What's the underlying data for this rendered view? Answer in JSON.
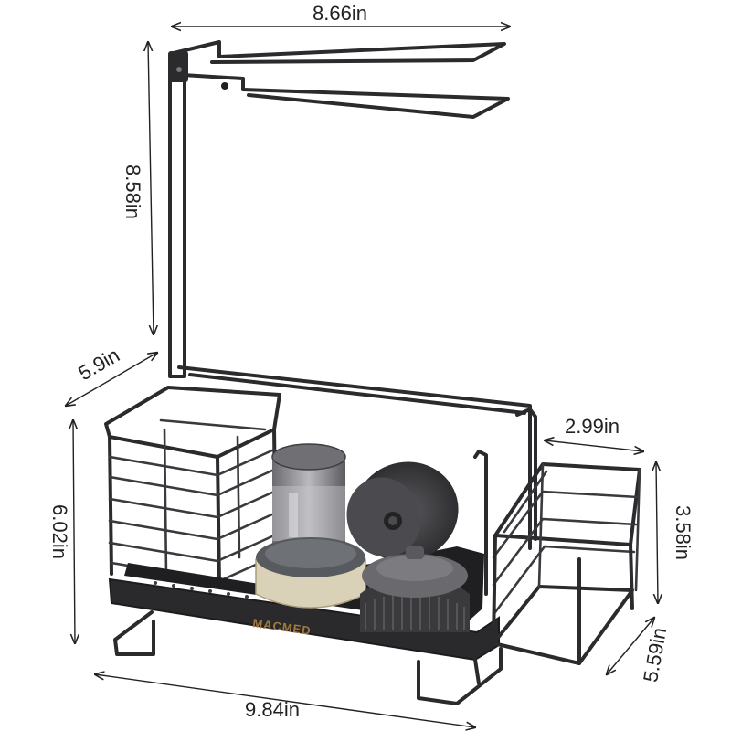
{
  "product": {
    "brand": "MACMED"
  },
  "dimensions": {
    "top_width": "8.66in",
    "stand_height": "8.58in",
    "depth": "5.9in",
    "base_height": "6.02in",
    "side_width": "2.99in",
    "side_height": "3.58in",
    "side_depth": "5.59in",
    "base_width": "9.84in"
  },
  "colors": {
    "metal": "#2b2b2e",
    "tray": "#1f1f22",
    "sponge": "#d9d2b8",
    "brass_text": "#a07a3c"
  }
}
